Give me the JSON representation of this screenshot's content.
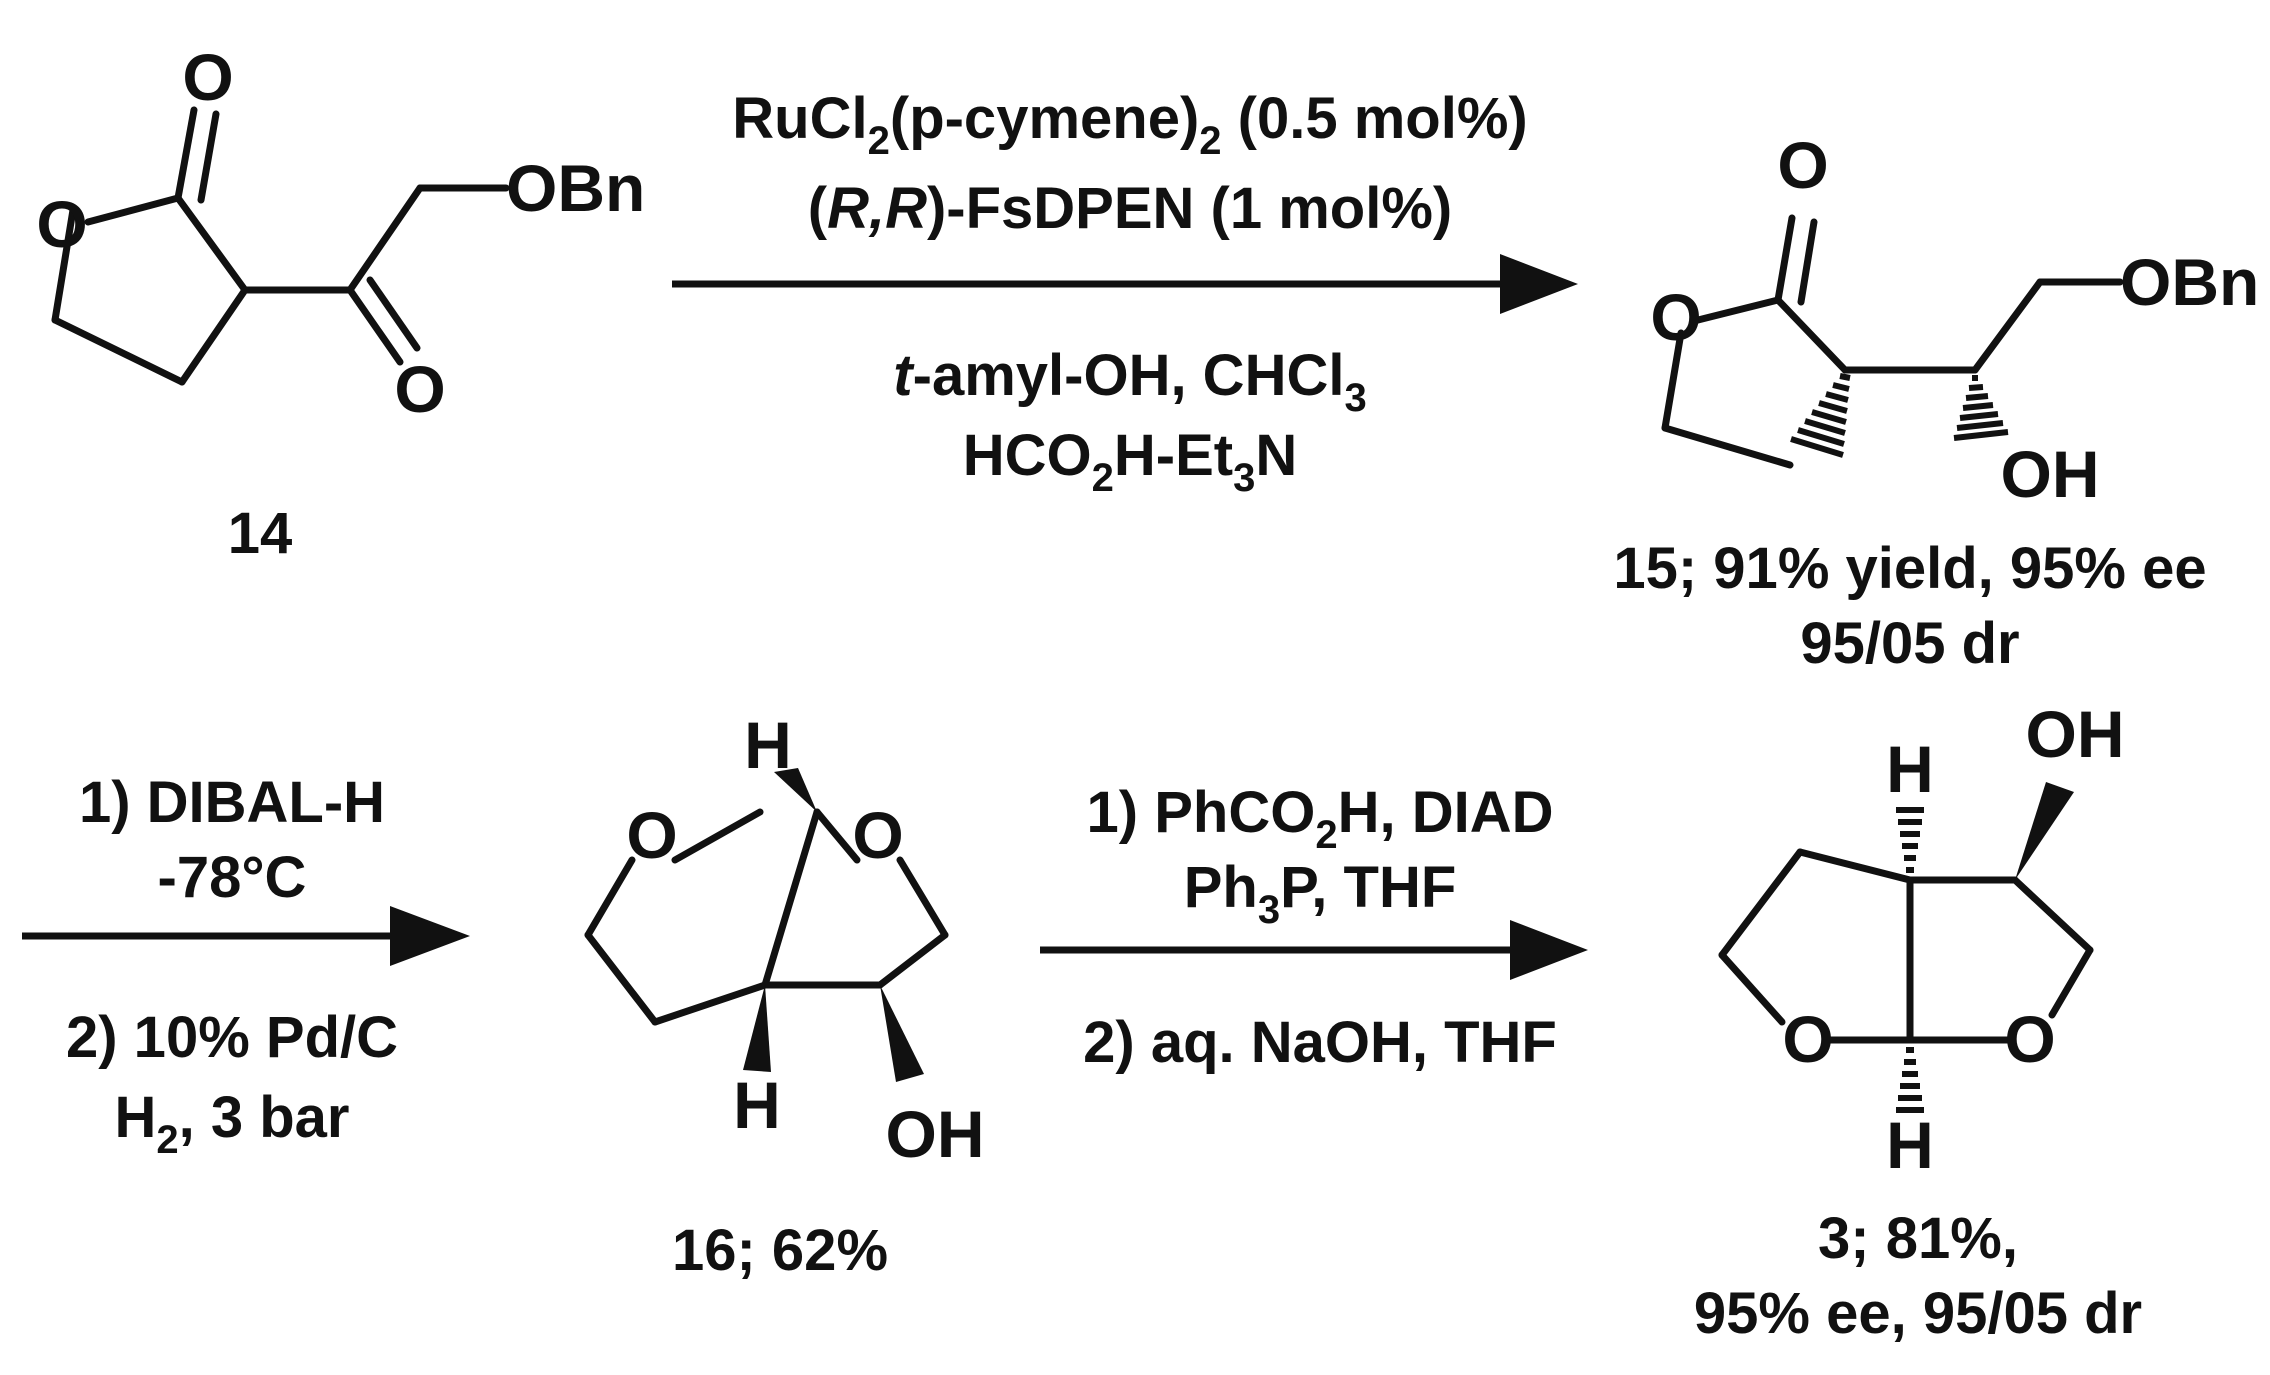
{
  "atoms": {
    "O": "O",
    "OBn": "OBn",
    "OH": "OH",
    "H": "H"
  },
  "compounds": {
    "c14": {
      "label": "14"
    },
    "c15": {
      "label": "15; 91% yield, 95% ee",
      "label2": "95/05 dr"
    },
    "c16": {
      "label": "16; 62%"
    },
    "c3": {
      "label": "3; 81%,",
      "label2": "95% ee, 95/05 dr"
    }
  },
  "step1": {
    "above_line1": {
      "a": "RuCl",
      "a_sub": "2",
      "b": "(p-cymene)",
      "b_sub": "2",
      "c": " (0.5 mol%)"
    },
    "above_line2": {
      "open": "(",
      "italic": "R,R",
      "rest": ")-FsDPEN (1 mol%)"
    },
    "below_line1": {
      "italic": "t",
      "a": "-amyl-OH, CHCl",
      "a_sub": "3"
    },
    "below_line2": {
      "a": "HCO",
      "a_sub": "2",
      "b": "H-Et",
      "b_sub": "3",
      "c": "N"
    }
  },
  "step2": {
    "above_line1": "1) DIBAL-H",
    "above_line2": "-78°C",
    "below_line1": "2) 10% Pd/C",
    "below_line2": {
      "a": "H",
      "a_sub": "2",
      "b": ", 3 bar"
    }
  },
  "step3": {
    "above_line1": {
      "a": "1) PhCO",
      "a_sub": "2",
      "b": "H, DIAD"
    },
    "above_line2": {
      "a": "Ph",
      "a_sub": "3",
      "b": "P, THF"
    },
    "below_line1": "2) aq. NaOH, THF"
  }
}
